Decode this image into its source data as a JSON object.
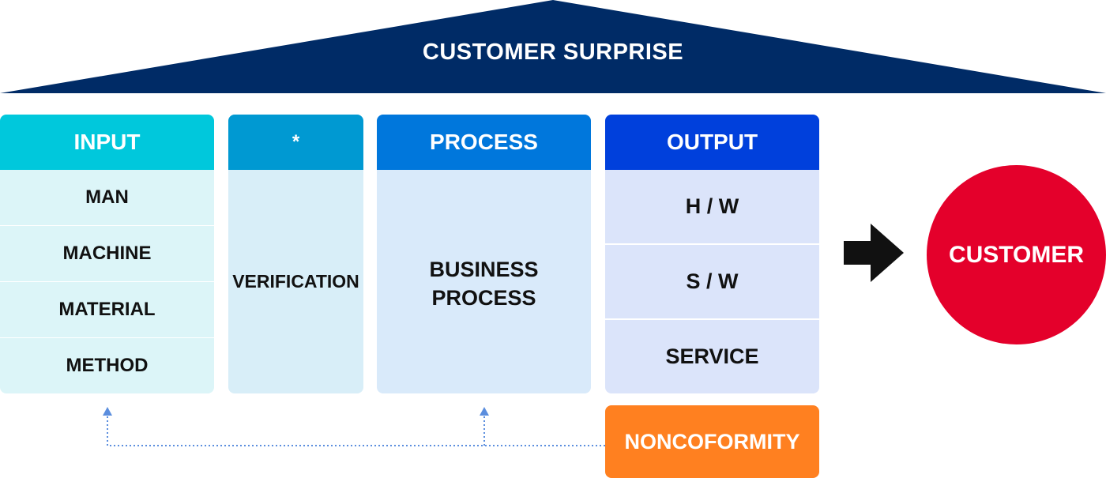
{
  "roof": {
    "title": "CUSTOMER SURPRISE"
  },
  "columns": {
    "input": {
      "header": "INPUT",
      "items": [
        "MAN",
        "MACHINE",
        "MATERIAL",
        "METHOD"
      ]
    },
    "verification": {
      "header": "*",
      "items": [
        "VERIFICATION"
      ]
    },
    "process": {
      "header": "PROCESS",
      "items": [
        "BUSINESS\nPROCESS"
      ]
    },
    "output": {
      "header": "OUTPUT",
      "items": [
        "H / W",
        "S / W",
        "SERVICE"
      ]
    }
  },
  "customer": {
    "label": "CUSTOMER"
  },
  "nonconformity": {
    "label": "NONCOFORMITY"
  },
  "colors": {
    "roof": "#002b66",
    "input": "#00c8dc",
    "verification": "#0099d2",
    "process": "#0077dc",
    "output": "#0040dc",
    "customer": "#e4002b",
    "nonconformity": "#ff8020",
    "feedback_line": "#5b8ede"
  },
  "icons": {
    "flow_arrow": "right-arrow-icon",
    "feedback_arrow": "up-arrow-icon"
  }
}
